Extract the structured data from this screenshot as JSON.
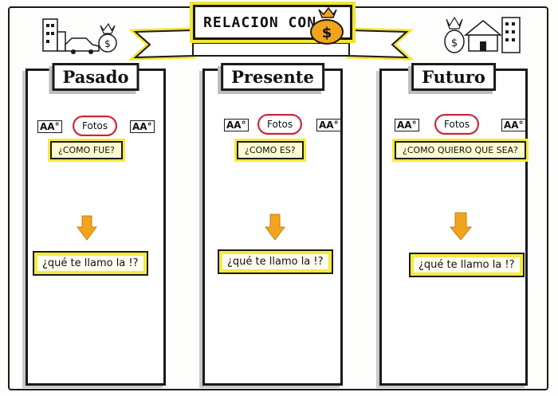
{
  "header": {
    "title": "RELACION CON"
  },
  "columns": [
    {
      "title": "Pasado",
      "photos_label": "Fotos",
      "text_icon": "AA°",
      "question": "¿COMO FUE?",
      "prompt": "¿qué te llamo la !?"
    },
    {
      "title": "Presente",
      "photos_label": "Fotos",
      "text_icon": "AA°",
      "question": "¿COMO ES?",
      "prompt": "¿qué te llamo la !?"
    },
    {
      "title": "Futuro",
      "photos_label": "Fotos",
      "text_icon": "AA°",
      "question": "¿COMO QUIERO QUE SEA?",
      "prompt": "¿qué te llamo la !?"
    }
  ],
  "colors": {
    "ink": "#1a1a1a",
    "highlight_yellow": "#f6ea3c",
    "cloud_red": "#c8243a",
    "arrow_orange": "#f2a41c",
    "shadow_gray": "#c9c9c9"
  },
  "icons": [
    "buildings-icon",
    "car-icon",
    "money-bag-icon",
    "house-icon",
    "down-arrow-icon"
  ]
}
